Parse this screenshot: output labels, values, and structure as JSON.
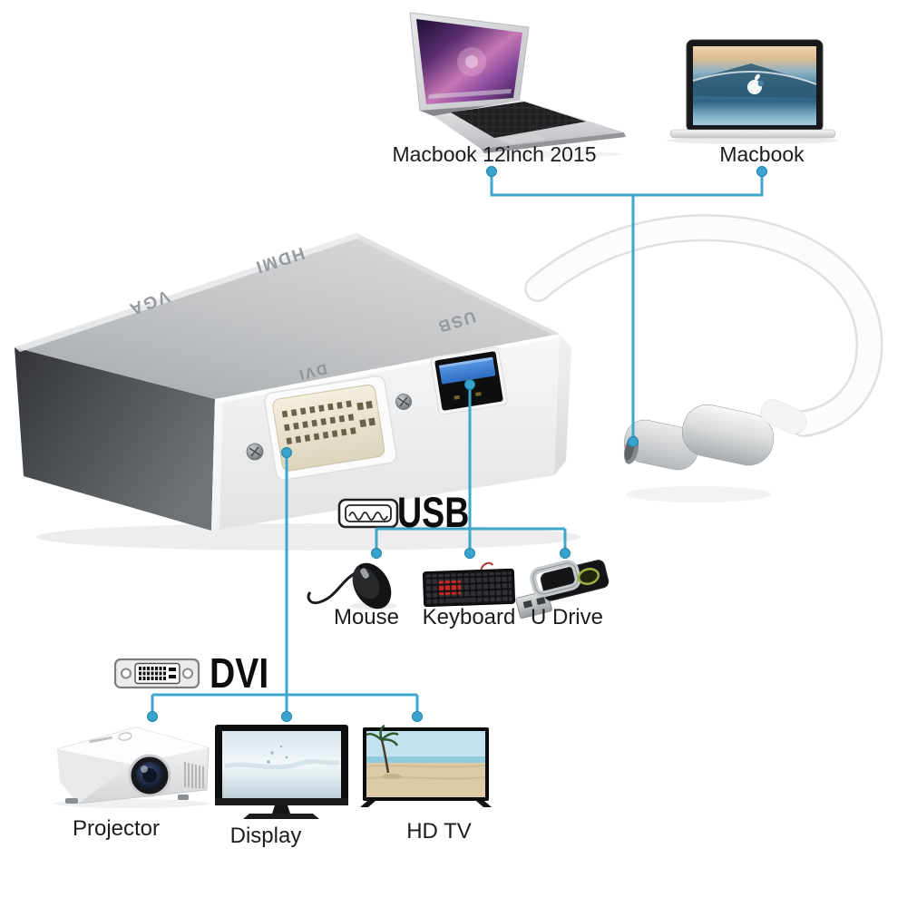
{
  "page": {
    "background": "#ffffff"
  },
  "colors": {
    "connector_line": "#3ea6cd",
    "connector_dot": "#38a3cd",
    "usb_port_blue": "#3b7fd4",
    "heading_text": "#0d0d0d",
    "label_text": "#1c1c1c",
    "engraving_gray": "#96999d"
  },
  "sources": {
    "macbook_air": {
      "label": "Macbook 12inch 2015",
      "icon": "macbook-air-photo"
    },
    "macbook": {
      "label": "Macbook",
      "icon": "macbook-photo"
    }
  },
  "adapter": {
    "engravings": {
      "hdmi": "HDMI",
      "vga": "VGA",
      "usb": "USB",
      "dvi": "DVI"
    }
  },
  "usb_section": {
    "heading": "USB",
    "icon": "usb-a-connector-icon",
    "devices": [
      {
        "label": "Mouse",
        "icon": "mouse-photo"
      },
      {
        "label": "Keyboard",
        "icon": "keyboard-photo"
      },
      {
        "label": "U Drive",
        "icon": "usb-flash-drive-photo"
      }
    ]
  },
  "dvi_section": {
    "heading": "DVI",
    "icon": "dvi-connector-icon",
    "devices": [
      {
        "label": "Projector",
        "icon": "projector-photo"
      },
      {
        "label": "Display",
        "icon": "monitor-photo"
      },
      {
        "label": "HD TV",
        "icon": "tv-photo"
      }
    ]
  }
}
